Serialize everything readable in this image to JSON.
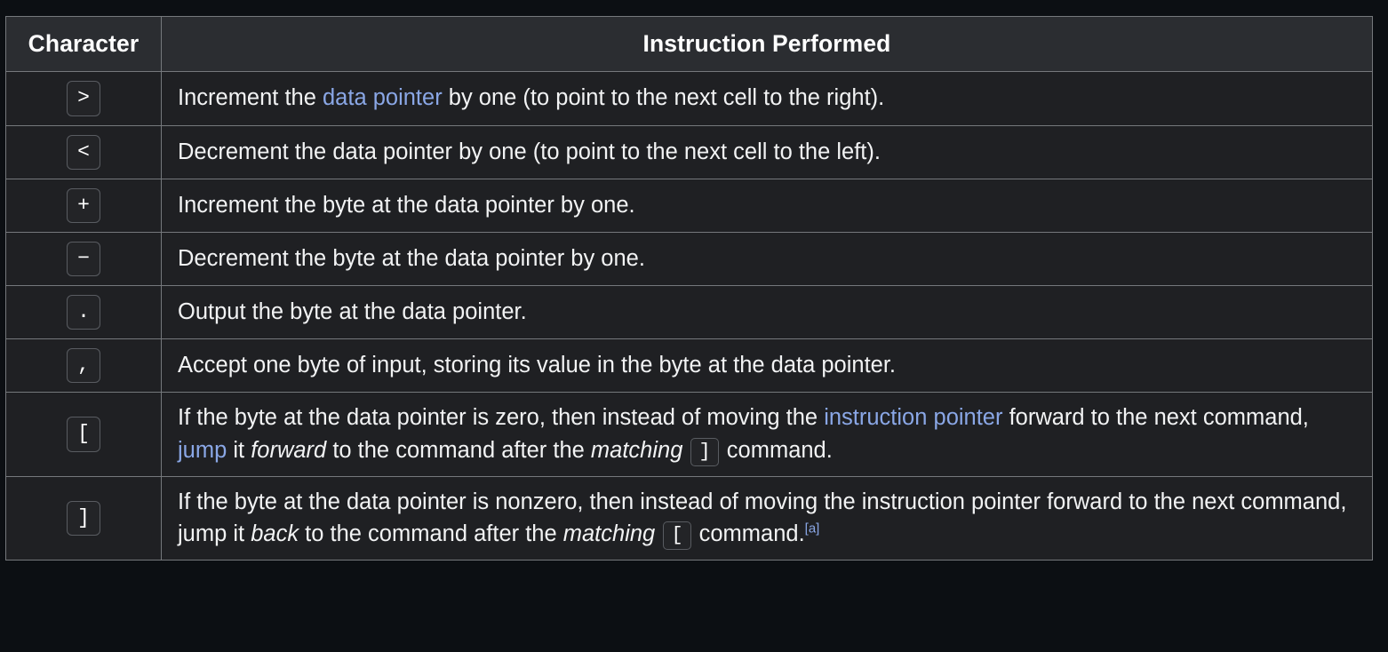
{
  "theme": {
    "page_background": "#0c0f13",
    "table_background": "#1f2023",
    "header_background": "#2b2d31",
    "border_color": "#75787c",
    "outer_border_color": "#9a9da1",
    "text_color": "#f2f3f4",
    "link_color": "#8aa7e6",
    "code_background": "#232427",
    "code_border": "#595c61"
  },
  "table": {
    "headers": {
      "character": "Character",
      "instruction": "Instruction Performed"
    },
    "rows": [
      {
        "char": ">",
        "parts": [
          {
            "type": "text",
            "value": "Increment the "
          },
          {
            "type": "link",
            "value": "data pointer"
          },
          {
            "type": "text",
            "value": " by one (to point to the next cell to the right)."
          }
        ]
      },
      {
        "char": "<",
        "parts": [
          {
            "type": "text",
            "value": "Decrement the data pointer by one (to point to the next cell to the left)."
          }
        ]
      },
      {
        "char": "+",
        "parts": [
          {
            "type": "text",
            "value": "Increment the byte at the data pointer by one."
          }
        ]
      },
      {
        "char": "−",
        "parts": [
          {
            "type": "text",
            "value": "Decrement the byte at the data pointer by one."
          }
        ]
      },
      {
        "char": ".",
        "parts": [
          {
            "type": "text",
            "value": "Output the byte at the data pointer."
          }
        ]
      },
      {
        "char": ",",
        "parts": [
          {
            "type": "text",
            "value": "Accept one byte of input, storing its value in the byte at the data pointer."
          }
        ]
      },
      {
        "char": "[",
        "parts": [
          {
            "type": "text",
            "value": "If the byte at the data pointer is zero, then instead of moving the "
          },
          {
            "type": "link",
            "value": "instruction pointer"
          },
          {
            "type": "text",
            "value": " forward to the next command, "
          },
          {
            "type": "link",
            "value": "jump"
          },
          {
            "type": "text",
            "value": " it "
          },
          {
            "type": "italic",
            "value": "forward"
          },
          {
            "type": "text",
            "value": " to the command after the "
          },
          {
            "type": "italic",
            "value": "matching"
          },
          {
            "type": "text",
            "value": " "
          },
          {
            "type": "code",
            "value": "]"
          },
          {
            "type": "text",
            "value": " command."
          }
        ]
      },
      {
        "char": "]",
        "parts": [
          {
            "type": "text",
            "value": "If the byte at the data pointer is nonzero, then instead of moving the instruction pointer forward to the next command, jump it "
          },
          {
            "type": "italic",
            "value": "back"
          },
          {
            "type": "text",
            "value": " to the command after the "
          },
          {
            "type": "italic",
            "value": "matching"
          },
          {
            "type": "text",
            "value": " "
          },
          {
            "type": "code",
            "value": "["
          },
          {
            "type": "text",
            "value": " command."
          },
          {
            "type": "footnote",
            "value": "[a]"
          }
        ]
      }
    ]
  }
}
